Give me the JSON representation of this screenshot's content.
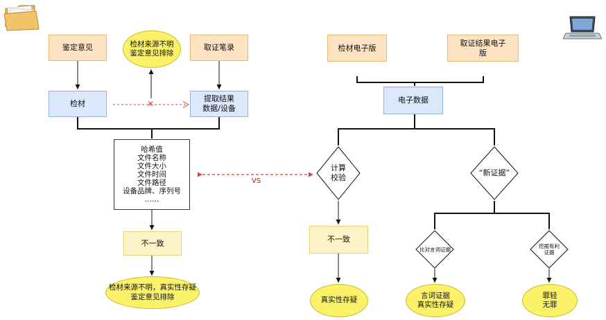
{
  "left": {
    "appraisal_opinion": "鉴定意见",
    "source_unknown_top": [
      "检材来源不明",
      "鉴定意见排除"
    ],
    "evidence_record": "取证笔录",
    "material": "检材",
    "extract_result": [
      "提取结果",
      "数据/设备"
    ],
    "attributes": [
      "哈希值",
      "文件名称",
      "文件大小",
      "文件时间",
      "文件路径",
      "设备品牌、序列号",
      "……"
    ],
    "inconsistent": "不一致",
    "source_unknown_bottom": [
      "检材来源不明，真实性存疑",
      "鉴定意见排除"
    ]
  },
  "right": {
    "material_electronic": "检材电子版",
    "evidence_result_electronic": [
      "取证结果电子",
      "版"
    ],
    "electronic_data": "电子数据",
    "calc_verify": [
      "计算",
      "校验"
    ],
    "new_evidence": "“新证据”",
    "inconsistent": "不一致",
    "authenticity_doubt": "真实性存疑",
    "compare_testimony": "比对言词证据",
    "dig_favorable": [
      "挖掘有利",
      "证据"
    ],
    "testimony_result": [
      "言词证据",
      "真实性存疑"
    ],
    "lighter_innocent": [
      "罪轻",
      "无罪"
    ]
  },
  "middle": {
    "vs": "VS",
    "cross": "✕"
  },
  "colors": {
    "orange_fill": "#fde3c2",
    "blue_fill": "#dbe7fb",
    "yellow_ellipse": "#fbf26a",
    "dashed_red": "#e23b3b"
  },
  "icons": [
    "folder-icon",
    "laptop-icon"
  ]
}
